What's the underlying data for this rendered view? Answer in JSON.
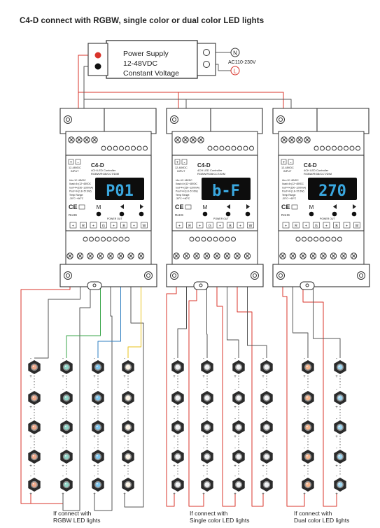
{
  "title": "C4-D connect with RGBW, single color or dual color LED lights",
  "power_supply": {
    "lines": [
      "Power Supply",
      "12-48VDC",
      "Constant Voltage"
    ],
    "n_label": "N",
    "l_label": "L",
    "ac_label": "AC110-230V"
  },
  "controller": {
    "name": "C4-D",
    "subtitle1": "4CH LED Controller",
    "subtitle2": "RGBW/RGB/CCT/DIM",
    "input_label1": "12-48VDC",
    "input_label2": "INPUT",
    "spec_lines": [
      "Uin=12~48VDC",
      "Iload=4×(12~48VDC",
      "Iout=4×(150~1200mA)",
      "Pout=4×(1.8~57.6W)",
      "Temp Range:",
      "-30°C~+60°C"
    ],
    "ce": "CE",
    "rohs": "RoHS",
    "m_label": "M",
    "power_out": "POWER OUT",
    "terminal_labels": [
      "+",
      "R",
      "+",
      "G",
      "+",
      "B",
      "+",
      "W"
    ]
  },
  "displays": [
    {
      "text": "P01"
    },
    {
      "text": "b-F"
    },
    {
      "text": "270"
    }
  ],
  "captions": [
    {
      "line1": "If connect with",
      "line2": "RGBW LED lights"
    },
    {
      "line1": "If connect with",
      "line2": "Single color LED lights"
    },
    {
      "line1": "If connect with",
      "line2": "Dual color LED lights"
    }
  ],
  "led_signs": {
    "plus": "+",
    "minus": "-"
  },
  "colors": {
    "red": "#d9342b",
    "green": "#3aa64a",
    "blue": "#2f7fc1",
    "yellow": "#e8c21a",
    "wire": "#555555",
    "lcd_bg": "#0d0d0d",
    "lcd_text": "#3aa8e0"
  },
  "leds": {
    "rgbw_colors": [
      "#f0a98a",
      "#8fd6c8",
      "#7ec6ee",
      "#fbf3e4"
    ],
    "single_color": "#eef0f2",
    "dual_colors": [
      "#f6b58c",
      "#9fd6f0"
    ]
  }
}
